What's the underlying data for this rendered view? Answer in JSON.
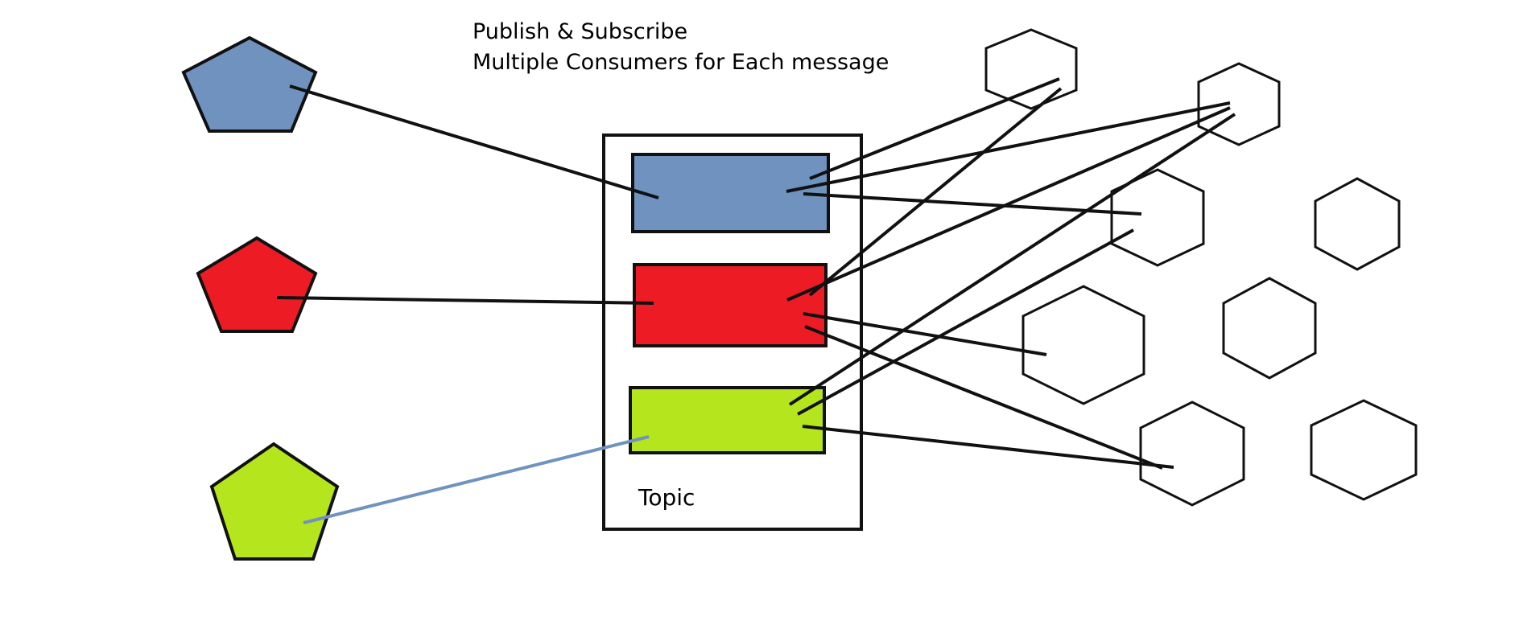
{
  "title": {
    "line1": "Publish & Subscribe",
    "line2": "Multiple Consumers for Each message"
  },
  "topic": {
    "label": "Topic"
  },
  "colors": {
    "blue": "#6f93be",
    "red": "#ed1c24",
    "green": "#b5e61d",
    "stroke": "#111111",
    "consumer_fill": "#ffffff"
  },
  "producers": [
    {
      "id": "producer-blue",
      "color": "blue"
    },
    {
      "id": "producer-red",
      "color": "red"
    },
    {
      "id": "producer-green",
      "color": "green"
    }
  ],
  "partitions": [
    {
      "id": "message-blue",
      "color": "blue"
    },
    {
      "id": "message-red",
      "color": "red"
    },
    {
      "id": "message-green",
      "color": "green"
    }
  ],
  "consumers": [
    {
      "id": "consumer-1"
    },
    {
      "id": "consumer-2"
    },
    {
      "id": "consumer-3"
    },
    {
      "id": "consumer-4"
    },
    {
      "id": "consumer-5"
    },
    {
      "id": "consumer-6"
    },
    {
      "id": "consumer-7"
    },
    {
      "id": "consumer-8"
    },
    {
      "id": "consumer-9"
    }
  ]
}
